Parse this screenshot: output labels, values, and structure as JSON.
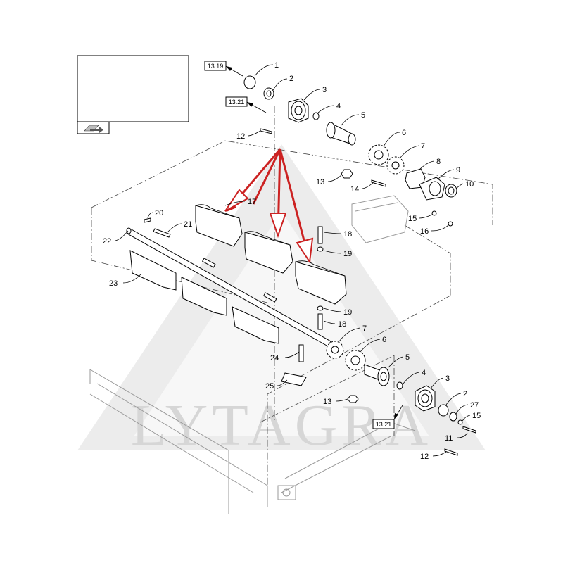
{
  "watermark": {
    "text": "LYTAGRA"
  },
  "reference_labels": [
    {
      "id": "ref-13-19",
      "text": "13.19"
    },
    {
      "id": "ref-13-21-top",
      "text": "13.21"
    },
    {
      "id": "ref-13-21-bottom",
      "text": "13.21"
    }
  ],
  "callouts": [
    "1",
    "2",
    "3",
    "4",
    "5",
    "6",
    "7",
    "8",
    "9",
    "10",
    "12",
    "13",
    "14",
    "15",
    "16",
    "17",
    "18",
    "19",
    "20",
    "21",
    "22",
    "23",
    "19",
    "18",
    "7",
    "6",
    "5",
    "4",
    "3",
    "2",
    "27",
    "15",
    "11",
    "12",
    "24",
    "25",
    "13"
  ],
  "colors": {
    "highlight_arrows": "#cc2222",
    "watermark": "#d9d9d9",
    "line": "#000000"
  },
  "icons": {
    "inset_symbol": "book-arrow-icon"
  }
}
